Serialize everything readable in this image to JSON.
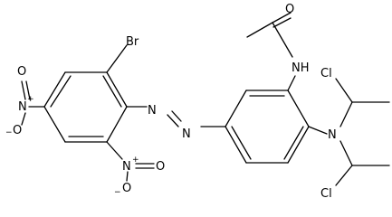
{
  "molecule": {
    "atoms": {
      "oxygen_carbonyl": "O",
      "amide_nh": "NH",
      "bromine": "Br",
      "azo_n1": "N",
      "azo_n2": "N",
      "amine_n": "N",
      "chlorine_top": "Cl",
      "chlorine_bottom": "Cl",
      "nitro_left_n": "N",
      "nitro_left_o_single": "O",
      "nitro_left_o_double": "O",
      "nitro_bottom_n": "N",
      "nitro_bottom_o_double": "O",
      "nitro_bottom_o_single": "O"
    },
    "charges": {
      "nitro_left_n": "+",
      "nitro_left_o": "−",
      "nitro_bottom_n": "+",
      "nitro_bottom_o": "−"
    }
  }
}
